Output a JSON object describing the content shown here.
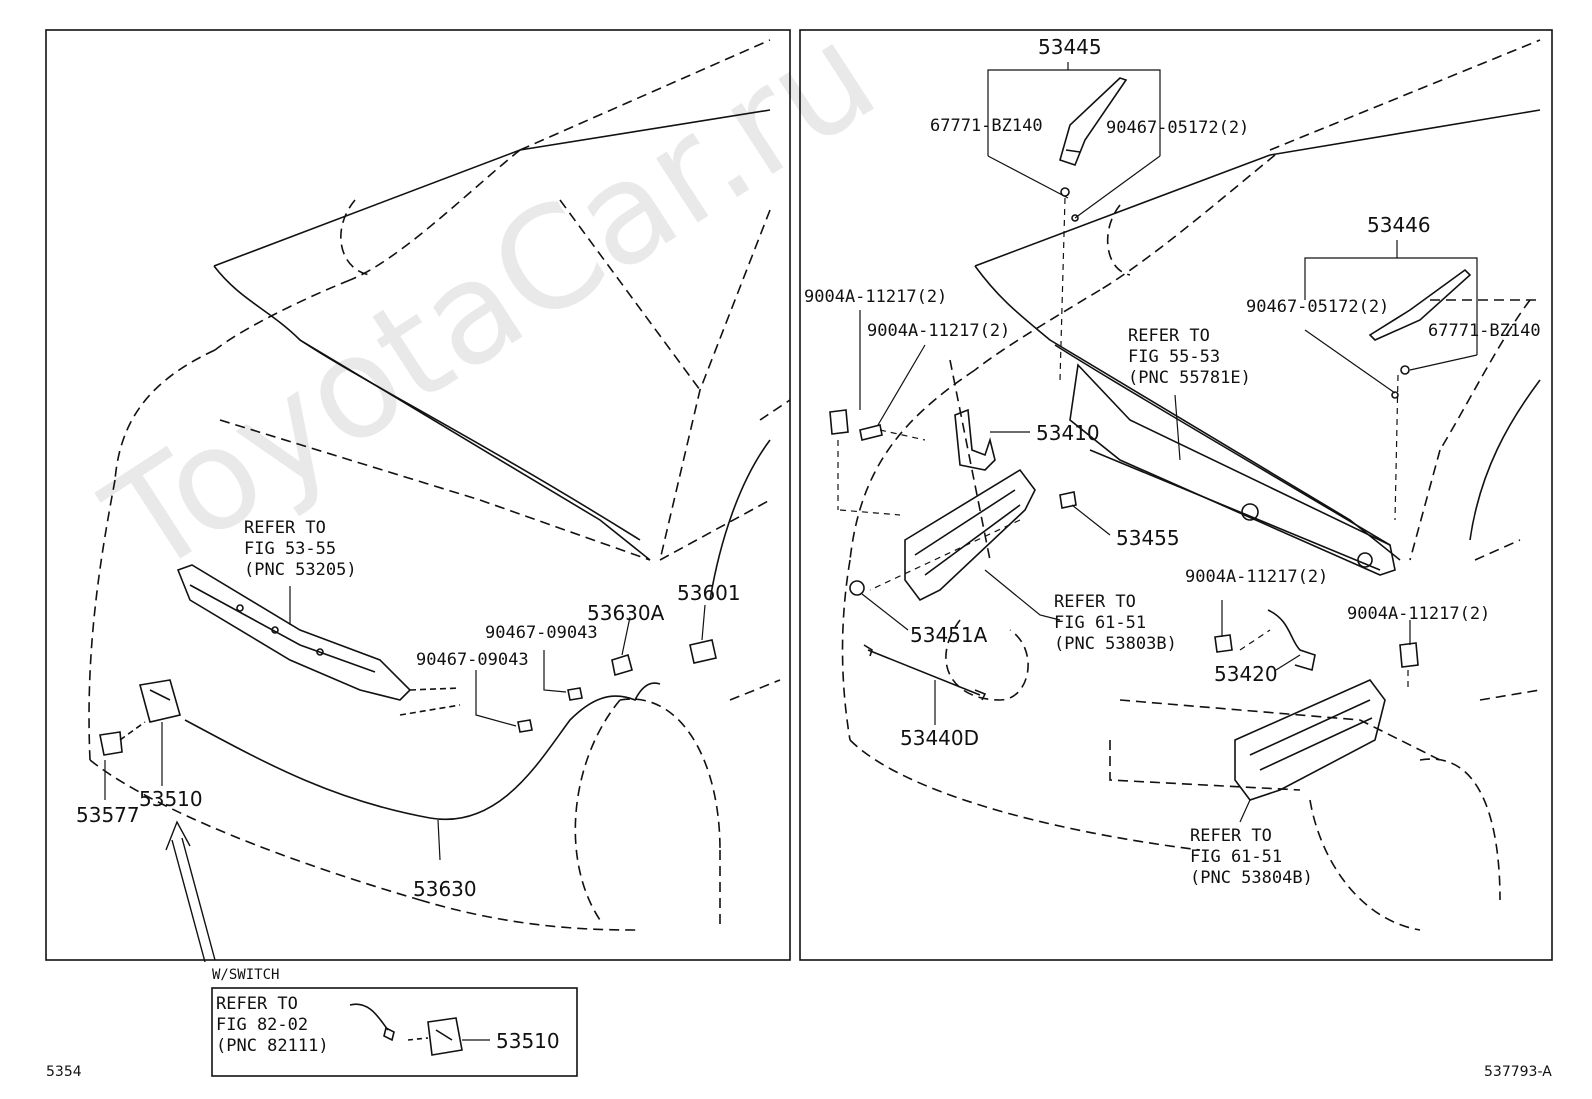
{
  "watermark": "ToyotaCar.ru",
  "footer": {
    "left_code": "5354",
    "right_code": "537793-A"
  },
  "left_panel": {
    "refer_pnc_53205": "REFER TO\nFIG 53-55\n(PNC 53205)",
    "p53577": "53577",
    "p53510": "53510",
    "p53630": "53630",
    "p53630a": "53630A",
    "p53601": "53601",
    "p90467_09043_a": "90467-09043",
    "p90467_09043_b": "90467-09043",
    "w_switch": "W/SWITCH"
  },
  "inset": {
    "refer_pnc_82111": "REFER TO\nFIG 82-02\n(PNC 82111)",
    "p53510": "53510"
  },
  "right_panel": {
    "p53445": "53445",
    "p67771_bz140_a": "67771-BZ140",
    "p90467_05172_a": "90467-05172(2)",
    "p53446": "53446",
    "p90467_05172_b": "90467-05172(2)",
    "p67771_bz140_b": "67771-BZ140",
    "p9004a_11217_a": "9004A-11217(2)",
    "p9004a_11217_b": "9004A-11217(2)",
    "refer_pnc_55781e": "REFER TO\nFIG 55-53\n(PNC 55781E)",
    "p53410": "53410",
    "p53455": "53455",
    "p9004a_11217_c": "9004A-11217(2)",
    "p9004a_11217_d": "9004A-11217(2)",
    "refer_pnc_53803b": "REFER TO\nFIG 61-51\n(PNC 53803B)",
    "p53451a": "53451A",
    "p53420": "53420",
    "p53440d": "53440D",
    "refer_pnc_53804b": "REFER TO\nFIG 61-51\n(PNC 53804B)"
  }
}
